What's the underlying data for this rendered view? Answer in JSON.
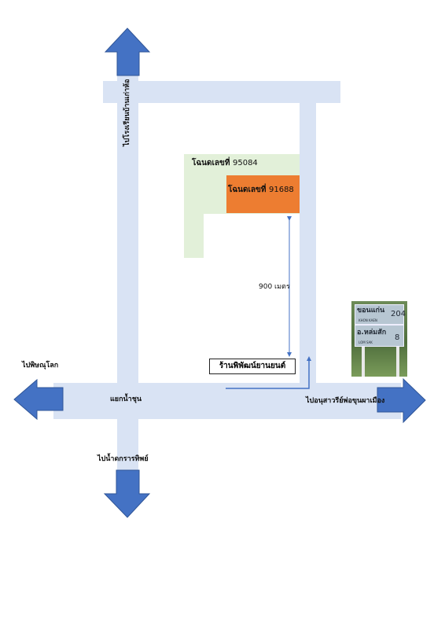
{
  "colors": {
    "road": "#d9e3f4",
    "arrow": "#4472c4",
    "plot_outer": "#e2f0d9",
    "plot_inner": "#ed7d31"
  },
  "directions": {
    "north": "ไปโรงเรียนบ้านเก่าห้อ",
    "west": "ไปพิษณุโลก",
    "south": "ไปน้ำดกรารทิพย์",
    "east": "ไปอนุสาวรีย์พ่อขุนผาเมือง"
  },
  "junction": "แยกน้ำชุน",
  "plots": {
    "outer": {
      "label": "โฉนดเลขที่",
      "number": "95084"
    },
    "inner": {
      "label": "โฉนดเลขที่",
      "number": "91688"
    }
  },
  "distance": "900 เมตร",
  "landmark": "ร้านพิพัฒน์ยานยนต์",
  "road_sign": {
    "line1_th": "ขอนแก่น",
    "line1_en": "KHON KAEN",
    "line1_km": "204",
    "line2_th": "อ.หล่มสัก",
    "line2_en": "LOM SAK",
    "line2_km": "8"
  }
}
